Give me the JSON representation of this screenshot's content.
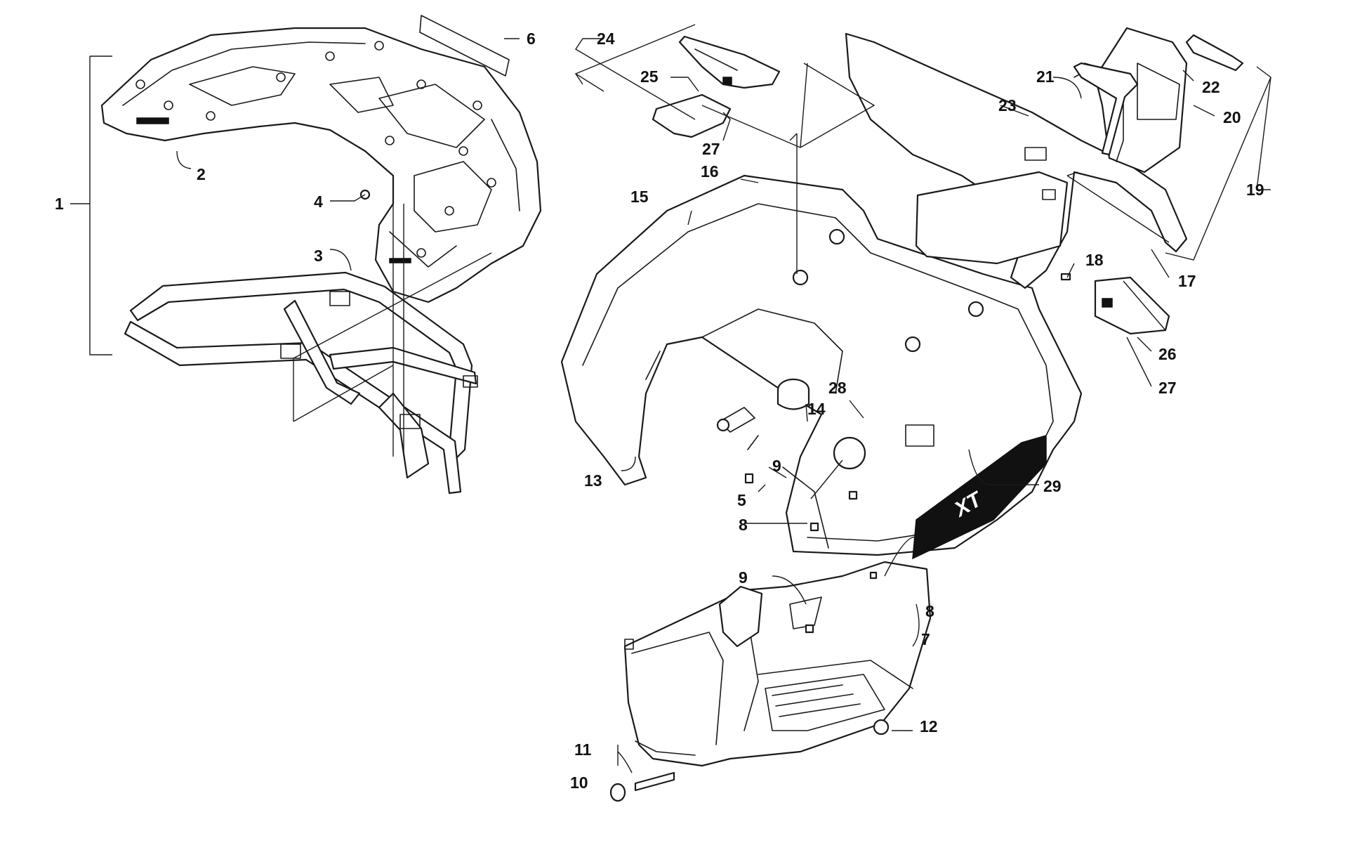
{
  "diagram": {
    "background": "#ffffff",
    "line_color": "#1a1a1a",
    "decal_text": "XT",
    "callouts": [
      "1",
      "2",
      "3",
      "4",
      "5",
      "6",
      "7",
      "8",
      "8",
      "9",
      "9",
      "10",
      "11",
      "12",
      "13",
      "14",
      "15",
      "16",
      "17",
      "18",
      "19",
      "20",
      "21",
      "22",
      "23",
      "24",
      "25",
      "26",
      "27",
      "27",
      "28",
      "29"
    ]
  }
}
